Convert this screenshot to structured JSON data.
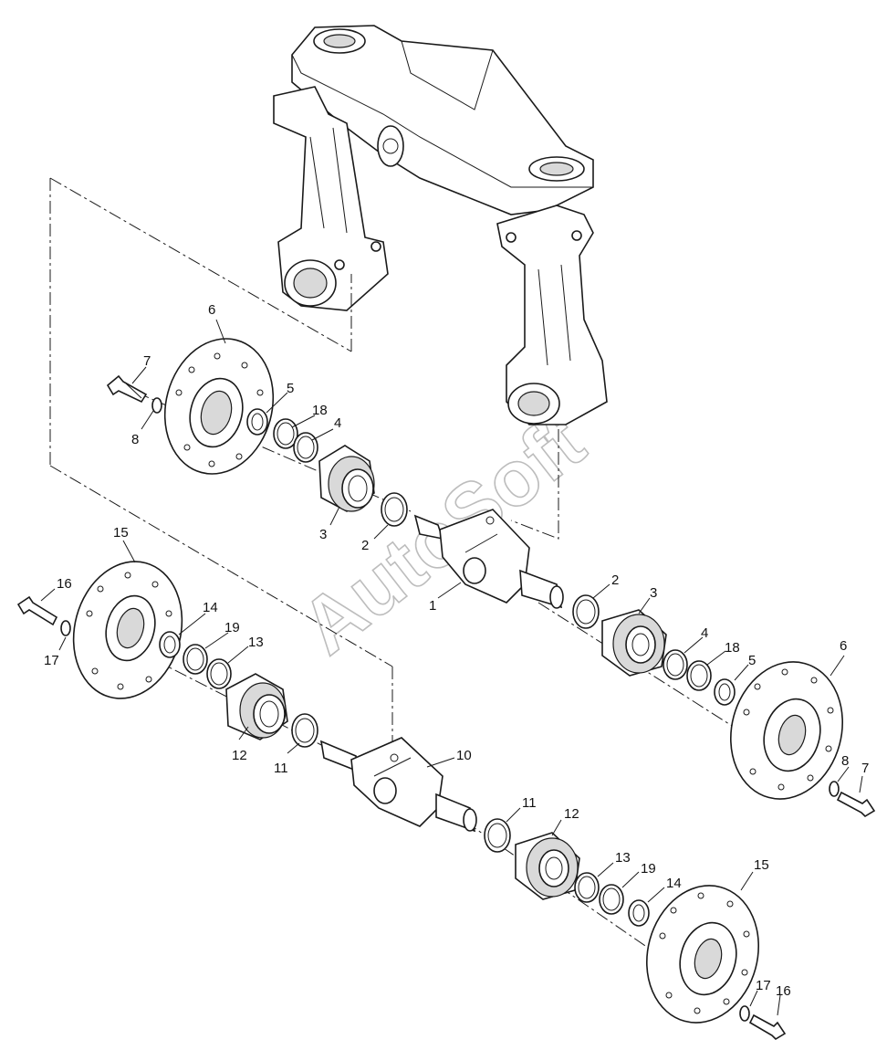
{
  "watermark": "AutoSoft",
  "callouts": [
    {
      "id": "c6a",
      "text": "6"
    },
    {
      "id": "c7a",
      "text": "7"
    },
    {
      "id": "c8a",
      "text": "8"
    },
    {
      "id": "c5a",
      "text": "5"
    },
    {
      "id": "c18a",
      "text": "18"
    },
    {
      "id": "c4a",
      "text": "4"
    },
    {
      "id": "c3a",
      "text": "3"
    },
    {
      "id": "c2a",
      "text": "2"
    },
    {
      "id": "c1",
      "text": "1"
    },
    {
      "id": "c2b",
      "text": "2"
    },
    {
      "id": "c3b",
      "text": "3"
    },
    {
      "id": "c4b",
      "text": "4"
    },
    {
      "id": "c18b",
      "text": "18"
    },
    {
      "id": "c5b",
      "text": "5"
    },
    {
      "id": "c6b",
      "text": "6"
    },
    {
      "id": "c8b",
      "text": "8"
    },
    {
      "id": "c7b",
      "text": "7"
    },
    {
      "id": "c15a",
      "text": "15"
    },
    {
      "id": "c16a",
      "text": "16"
    },
    {
      "id": "c17a",
      "text": "17"
    },
    {
      "id": "c14a",
      "text": "14"
    },
    {
      "id": "c19a",
      "text": "19"
    },
    {
      "id": "c13a",
      "text": "13"
    },
    {
      "id": "c12a",
      "text": "12"
    },
    {
      "id": "c11a",
      "text": "11"
    },
    {
      "id": "c10",
      "text": "10"
    },
    {
      "id": "c11b",
      "text": "11"
    },
    {
      "id": "c12b",
      "text": "12"
    },
    {
      "id": "c13b",
      "text": "13"
    },
    {
      "id": "c19b",
      "text": "19"
    },
    {
      "id": "c14b",
      "text": "14"
    },
    {
      "id": "c15b",
      "text": "15"
    },
    {
      "id": "c17b",
      "text": "17"
    },
    {
      "id": "c16b",
      "text": "16"
    }
  ]
}
